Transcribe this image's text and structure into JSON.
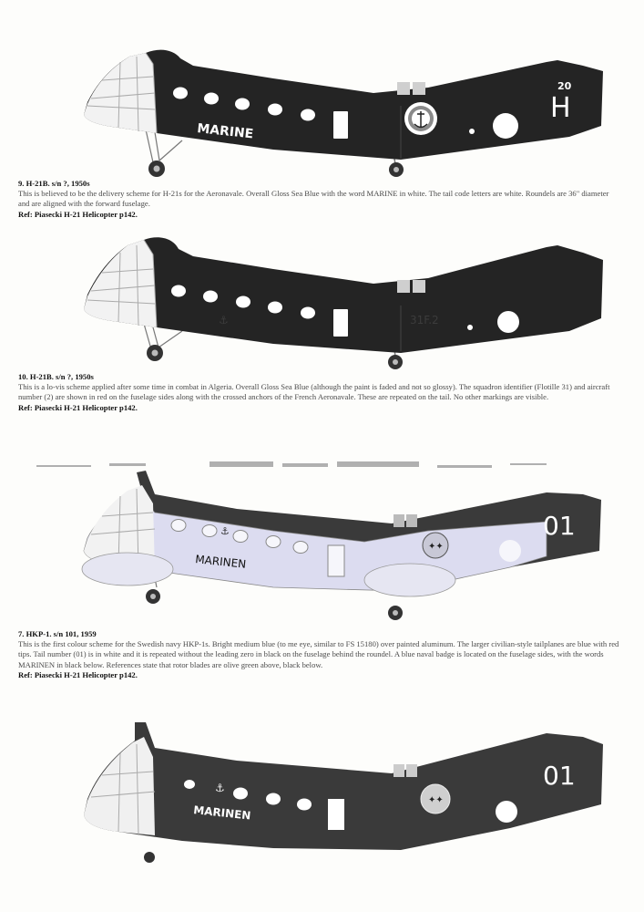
{
  "entries": [
    {
      "heading": "9. H-21B. s/n ?, 1950s",
      "body": "This is believed to be the delivery scheme for H-21s for the Aeronavale. Overall Gloss Sea Blue with the word MARINE in white. The tail code letters are white. Roundels are 36\" diameter and are aligned with the forward fuselage.",
      "ref": "Ref: Piasecki H-21 Helicopter p142.",
      "markings": {
        "fuselage": "MARINE",
        "tail_letter": "H",
        "tail_code": "20"
      }
    },
    {
      "heading": "10. H-21B. s/n ?, 1950s",
      "body": "This is a lo-vis scheme applied after some time in combat in Algeria. Overall Gloss Sea Blue (although the paint is faded and not so glossy). The squadron identifier (Flotille 31) and aircraft number (2) are shown in red on the fuselage sides along with the crossed anchors of the French Aeronavale. These are repeated on the tail. No other markings are visible.",
      "ref": "Ref: Piasecki H-21 Helicopter p142.",
      "markings": {
        "fuselage_code": "31F.2"
      }
    },
    {
      "heading": "7. HKP-1. s/n 101, 1959",
      "body": "This is the first colour scheme for the Swedish navy HKP-1s. Bright medium blue (to me eye, similar to FS 15180) over painted aluminum. The larger civilian-style tailplanes are blue with red tips. Tail number (01) is in white and it is repeated without the leading zero in black on the fuselage behind the roundel. A blue naval badge is located on the fuselage sides, with the words MARINEN in black below. References state that rotor blades are olive green above, black below.",
      "ref": "Ref: Piasecki H-21 Helicopter p142.",
      "markings": {
        "fuselage": "MARINEN",
        "tail_number": "01"
      }
    },
    {
      "markings": {
        "fuselage": "MARINEN",
        "tail_number": "01"
      }
    }
  ]
}
